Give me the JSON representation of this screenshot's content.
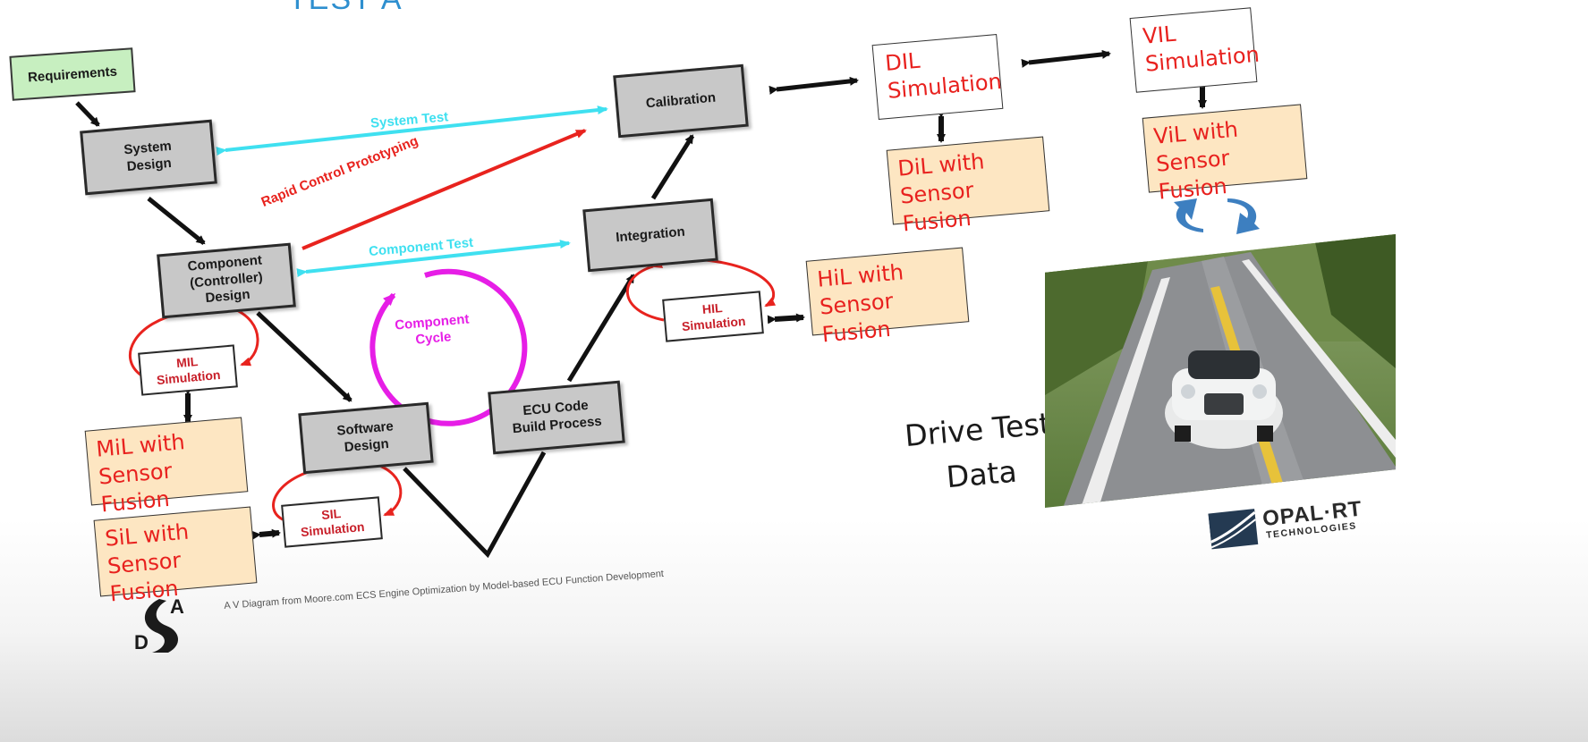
{
  "title_partial": "TEST A",
  "colors": {
    "system_test": "#3fe0f0",
    "component_test": "#3fe0f0",
    "rapid_prototyping": "#e8231e",
    "component_cycle": "#e61ee6",
    "sim_loop": "#e8231e",
    "fusion_text": "#e8211e",
    "box_fill": "#c8c8c8",
    "requirements_fill": "#c7efc0",
    "fusion_fill": "#fde6c2",
    "cycle_arrows": "#3d7fc0"
  },
  "diagram": {
    "requirements": "Requirements",
    "system_design": "System\nDesign",
    "component_design": "Component\n(Controller)\nDesign",
    "software_design": "Software\nDesign",
    "ecu_code": "ECU Code\nBuild Process",
    "integration": "Integration",
    "calibration": "Calibration",
    "mil_sim": "MIL\nSimulation",
    "sil_sim": "SIL\nSimulation",
    "hil_sim": "HIL\nSimulation",
    "system_test": "System Test",
    "component_test": "Component Test",
    "rapid_prototyping": "Rapid Control Prototyping",
    "component_cycle": "Component\nCycle"
  },
  "fusion": {
    "mil": "MiL with\nSensor Fusion",
    "sil": "SiL with\nSensor Fusion",
    "hil": "HiL with\nSensor Fusion",
    "dil": "DiL with\nSensor Fusion",
    "vil": "ViL with\nSensor Fusion"
  },
  "right": {
    "dil_sim": "DIL\nSimulation",
    "vil_sim": "VIL\nSimulation",
    "drive_test": "Drive Test\nData"
  },
  "logos": {
    "opal_name": "OPAL·RT",
    "opal_sub": "TECHNOLOGIES",
    "dsa_top": "A",
    "dsa_bottom": "D"
  },
  "footer": "A V Diagram from Moore.com ECS  Engine Optimization by Model-based ECU Function Development"
}
